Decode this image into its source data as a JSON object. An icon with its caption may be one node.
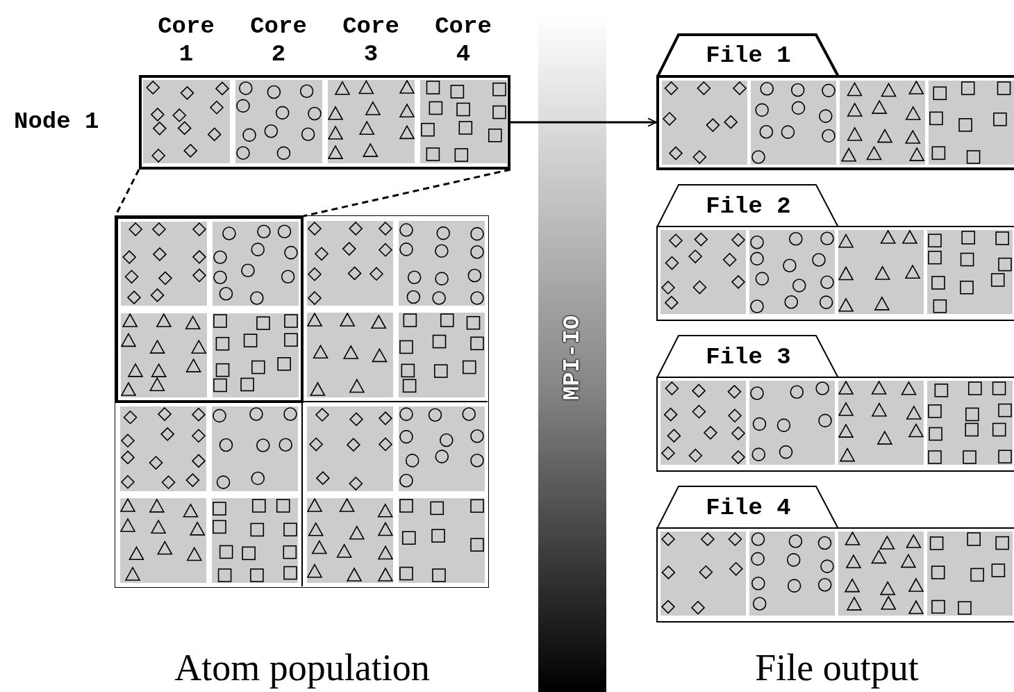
{
  "diagram": {
    "nodes": [
      {
        "text": [
          "Node 1"
        ]
      },
      {
        "text": [
          "Core 1"
        ],
        "in": 0
      },
      {
        "text": [
          "Core 2"
        ],
        "in": 0
      },
      {
        "text": [
          "Core 3"
        ],
        "in": 0
      },
      {
        "text": [
          "Core 4"
        ],
        "in": 0
      },
      {
        "text": [],
        "shape": "box"
      },
      {
        "text": [],
        "shape": "box",
        "in": 5
      },
      {
        "text": [
          "MPI-IO"
        ]
      },
      {
        "text": [
          "File 1"
        ]
      },
      {
        "text": [
          "File 2"
        ]
      },
      {
        "text": [
          "File 3"
        ]
      },
      {
        "text": [
          "File 4"
        ]
      }
    ],
    "edges": [
      {
        "from": 0,
        "to": 8,
        "arrow": "to"
      },
      {
        "from": 0,
        "to": 6,
        "arrow": "none",
        "style": "dashed"
      },
      {
        "from": 0,
        "to": 6,
        "arrow": "none",
        "style": "dashed"
      }
    ],
    "labels": [
      "Atom population",
      "File output"
    ]
  }
}
